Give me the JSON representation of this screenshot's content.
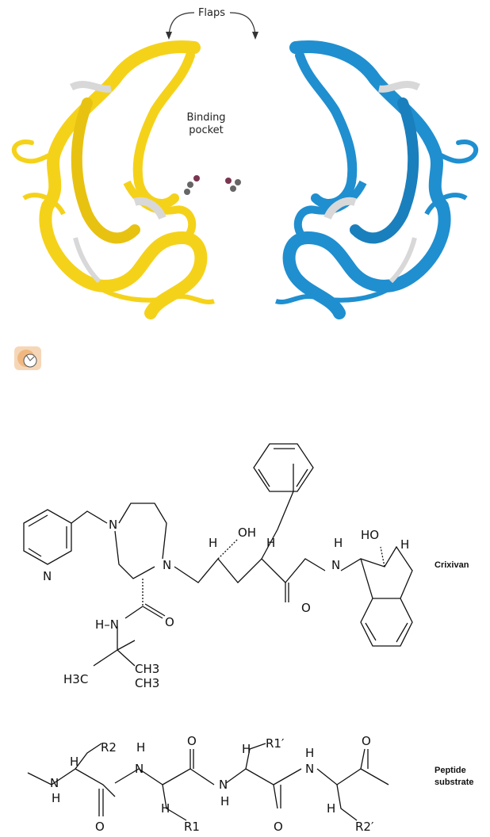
{
  "protein_figure": {
    "flaps_label": "Flaps",
    "pocket_label_line1": "Binding",
    "pocket_label_line2": "pocket",
    "colors": {
      "chain_a": "#f5d21a",
      "chain_b": "#1f8fd0",
      "sheet_edge": "#d8d8d8"
    }
  },
  "interactive_icon": {
    "name": "3d-molecule-hand-icon"
  },
  "crixivan": {
    "name": "Crixivan",
    "atoms": {
      "pyridine_n": "N",
      "piperazine_n1": "N",
      "piperazine_n2": "N",
      "amide_nh": "H–N",
      "amide_o": "O",
      "h3c": "H3C",
      "ch3_a": "CH3",
      "ch3_b": "CH3",
      "h1": "H",
      "oh": "OH",
      "h2": "H",
      "o_amide2": "O",
      "nh_h": "H",
      "n_amide2": "N",
      "ho": "HO",
      "h_indane": "H"
    }
  },
  "peptide": {
    "name_line1": "Peptide",
    "name_line2": "substrate",
    "atoms": {
      "h_a": "H",
      "r2": "R2",
      "n1_h": "H",
      "n1": "N",
      "o1": "O",
      "h_b": "H",
      "n2": "N",
      "h_c": "H",
      "r1": "R1",
      "o2": "O",
      "n3": "N",
      "n3_h": "H",
      "h_d": "H",
      "r1p": "R1′",
      "o3": "O",
      "h_e": "H",
      "n4": "N",
      "h_f": "H",
      "r2p": "R2′",
      "o4": "O"
    },
    "scissile_bond_color": "#e0207a"
  }
}
